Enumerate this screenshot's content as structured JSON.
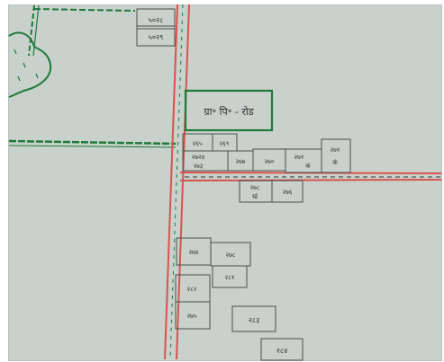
{
  "map": {
    "title_label": "ग्रा॰ पि॰ - रोड",
    "parcels": [
      {
        "id": "p1",
        "lines": [
          "५०२८"
        ]
      },
      {
        "id": "p2",
        "lines": [
          "५०२९"
        ]
      },
      {
        "id": "p3",
        "lines": [
          "२६५"
        ]
      },
      {
        "id": "p4",
        "lines": [
          "२६९"
        ]
      },
      {
        "id": "p5",
        "lines": [
          "२७२४",
          "२७३"
        ]
      },
      {
        "id": "p6",
        "lines": [
          "२७७"
        ]
      },
      {
        "id": "p7",
        "lines": [
          "२७०"
        ]
      },
      {
        "id": "p8",
        "lines": [
          "२७१",
          "कं"
        ]
      },
      {
        "id": "p9",
        "lines": [
          "२७१",
          "कं"
        ]
      },
      {
        "id": "p10",
        "lines": [
          "२७८",
          "खं"
        ]
      },
      {
        "id": "p11",
        "lines": [
          "२७६"
        ]
      },
      {
        "id": "p12",
        "lines": [
          "२७४"
        ]
      },
      {
        "id": "p13",
        "lines": [
          "२७८"
        ]
      },
      {
        "id": "p14",
        "lines": [
          "२८१"
        ]
      },
      {
        "id": "p15",
        "lines": [
          "२८२"
        ]
      },
      {
        "id": "p16",
        "lines": [
          "२७५"
        ]
      },
      {
        "id": "p17",
        "lines": [
          "२८३"
        ]
      },
      {
        "id": "p18",
        "lines": [
          "२८४"
        ]
      }
    ],
    "colors": {
      "paper": "#c9d1cc",
      "road_red": "#d9534f",
      "green_boundary": "#1f7a3a",
      "parcel_line": "#4a4f4c",
      "ink": "#2f3331"
    }
  }
}
